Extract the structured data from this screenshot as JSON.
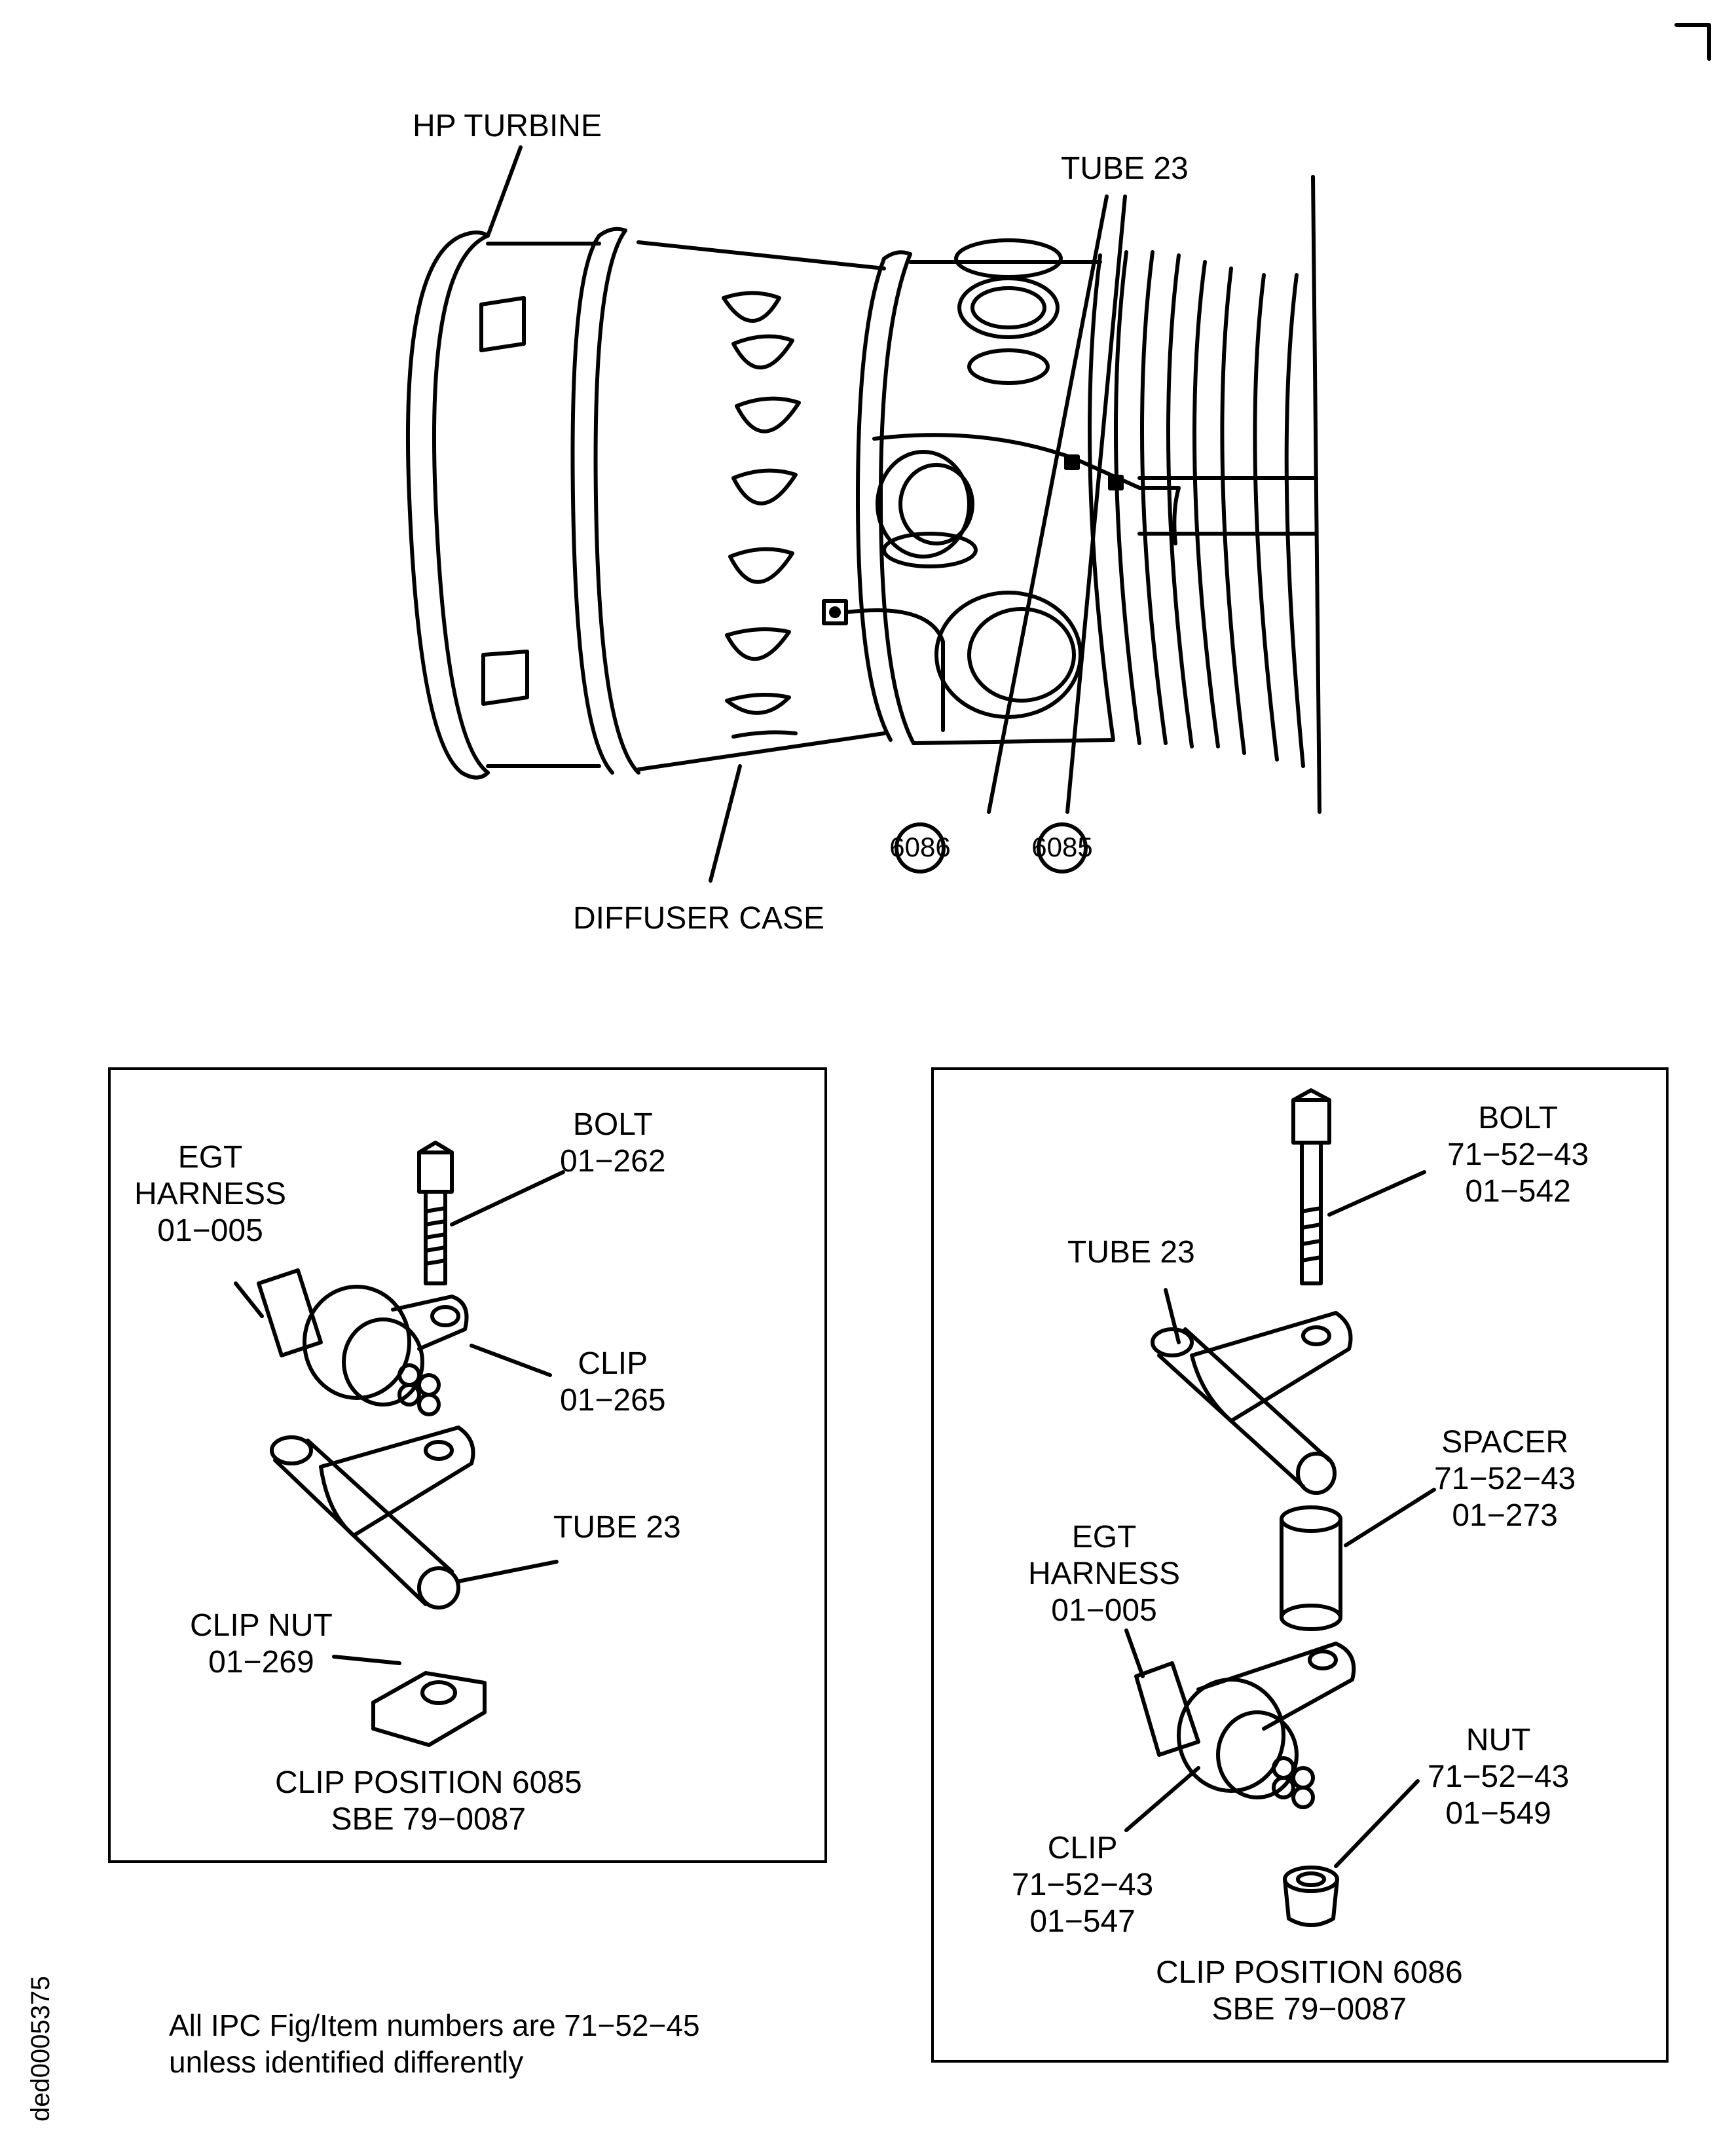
{
  "main_view": {
    "hp_turbine": "HP TURBINE",
    "tube": "TUBE 23",
    "diffuser_case": "DIFFUSER CASE",
    "callout_a": "6086",
    "callout_b": "6085"
  },
  "panel_left": {
    "bolt": [
      "BOLT",
      "01−262"
    ],
    "egt_harness": [
      "EGT",
      "HARNESS",
      "01−005"
    ],
    "clip": [
      "CLIP",
      "01−265"
    ],
    "tube": "TUBE 23",
    "clip_nut": [
      "CLIP NUT",
      "01−269"
    ],
    "caption": [
      "CLIP POSITION 6085",
      "SBE 79−0087"
    ]
  },
  "panel_right": {
    "bolt": [
      "BOLT",
      "71−52−43",
      "01−542"
    ],
    "tube": "TUBE 23",
    "spacer": [
      "SPACER",
      "71−52−43",
      "01−273"
    ],
    "egt_harness": [
      "EGT",
      "HARNESS",
      "01−005"
    ],
    "nut": [
      "NUT",
      "71−52−43",
      "01−549"
    ],
    "clip": [
      "CLIP",
      "71−52−43",
      "01−547"
    ],
    "caption": [
      "CLIP POSITION 6086",
      "SBE 79−0087"
    ]
  },
  "figure_id": "ded0005375",
  "footnote": [
    "All IPC Fig/Item numbers are 71−52−45",
    "unless identified differently"
  ]
}
